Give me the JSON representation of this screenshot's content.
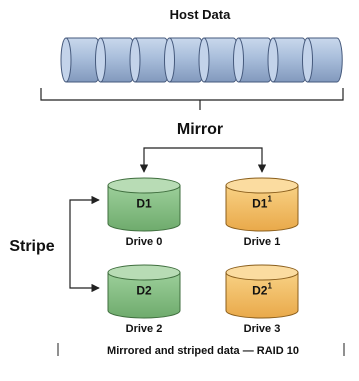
{
  "header": {
    "title": "Host Data"
  },
  "labels": {
    "mirror": "Mirror",
    "stripe": "Stripe"
  },
  "drives": [
    {
      "id": "drive-0",
      "disk_label": "D1",
      "superscript": "",
      "name": "Drive 0",
      "role": "primary",
      "color": "#8fc58d"
    },
    {
      "id": "drive-1",
      "disk_label": "D1",
      "superscript": "1",
      "name": "Drive 1",
      "role": "mirror",
      "color": "#f5c46b"
    },
    {
      "id": "drive-2",
      "disk_label": "D2",
      "superscript": "",
      "name": "Drive 2",
      "role": "primary",
      "color": "#8fc58d"
    },
    {
      "id": "drive-3",
      "disk_label": "D2",
      "superscript": "1",
      "name": "Drive 3",
      "role": "mirror",
      "color": "#f5c46b"
    }
  ],
  "host_data": {
    "block_count": 8,
    "color": "#a9bedb"
  },
  "caption": "Mirrored and striped data — RAID 10",
  "colors": {
    "host_block": "#a9bedb",
    "primary_drive": "#8fc58d",
    "mirror_drive": "#f5c46b",
    "text": "#111111",
    "lines": "#222222"
  }
}
